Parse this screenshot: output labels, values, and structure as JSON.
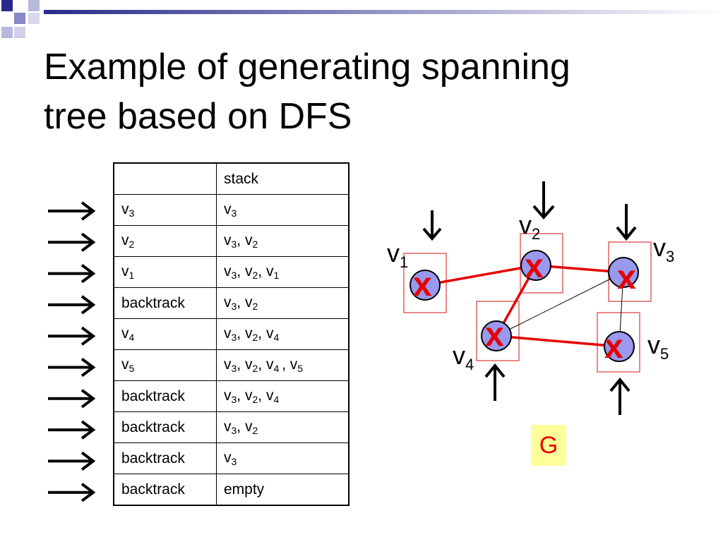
{
  "title": {
    "line1": "Example of generating spanning",
    "line2": "tree based on DFS"
  },
  "table": {
    "header": [
      "",
      "stack"
    ],
    "rows": [
      {
        "a": "v",
        "a_sub": "3",
        "stack": [
          [
            "v",
            "3"
          ]
        ]
      },
      {
        "a": "v",
        "a_sub": "2",
        "stack": [
          [
            "v",
            "3"
          ],
          [
            "v",
            "2"
          ]
        ]
      },
      {
        "a": "v",
        "a_sub": "1",
        "stack": [
          [
            "v",
            "3"
          ],
          [
            "v",
            "2"
          ],
          [
            "v",
            "1"
          ]
        ]
      },
      {
        "a": "backtrack",
        "a_sub": "",
        "stack": [
          [
            "v",
            "3"
          ],
          [
            "v",
            "2"
          ]
        ]
      },
      {
        "a": "v",
        "a_sub": "4",
        "stack": [
          [
            "v",
            "3"
          ],
          [
            "v",
            "2"
          ],
          [
            "v",
            "4"
          ]
        ]
      },
      {
        "a": "v",
        "a_sub": "5",
        "stack": [
          [
            "v",
            "3"
          ],
          [
            "v",
            "2"
          ],
          [
            "v",
            "4 "
          ],
          [
            "v",
            "5"
          ]
        ]
      },
      {
        "a": "backtrack",
        "a_sub": "",
        "stack": [
          [
            "v",
            "3"
          ],
          [
            "v",
            "2"
          ],
          [
            "v",
            "4"
          ]
        ]
      },
      {
        "a": "backtrack",
        "a_sub": "",
        "stack": [
          [
            "v",
            "3"
          ],
          [
            "v",
            "2"
          ]
        ]
      },
      {
        "a": "backtrack",
        "a_sub": "",
        "stack": [
          [
            "v",
            "3"
          ]
        ]
      },
      {
        "a": "backtrack",
        "a_sub": "",
        "stack": [
          [
            "empty",
            ""
          ]
        ]
      }
    ]
  },
  "graph": {
    "vertices": [
      {
        "id": "v1",
        "label": "v",
        "sub": "1",
        "visited_mark": "x"
      },
      {
        "id": "v2",
        "label": "v",
        "sub": "2",
        "visited_mark": "x"
      },
      {
        "id": "v3",
        "label": "v",
        "sub": "3",
        "visited_mark": "x"
      },
      {
        "id": "v4",
        "label": "v",
        "sub": "4",
        "visited_mark": "x"
      },
      {
        "id": "v5",
        "label": "v",
        "sub": "5",
        "visited_mark": "x"
      }
    ],
    "tree_edges": [
      [
        "v1",
        "v2"
      ],
      [
        "v2",
        "v3"
      ],
      [
        "v2",
        "v4"
      ],
      [
        "v4",
        "v5"
      ]
    ],
    "other_edges": [
      [
        "v4",
        "v3"
      ],
      [
        "v3",
        "v5"
      ]
    ],
    "name": "G"
  },
  "colors": {
    "tree_edge": "#e60000",
    "vertex_fill": "#9999ee",
    "box": "#e06060",
    "mark": "#e60000",
    "label_bg": "#ffff99"
  }
}
